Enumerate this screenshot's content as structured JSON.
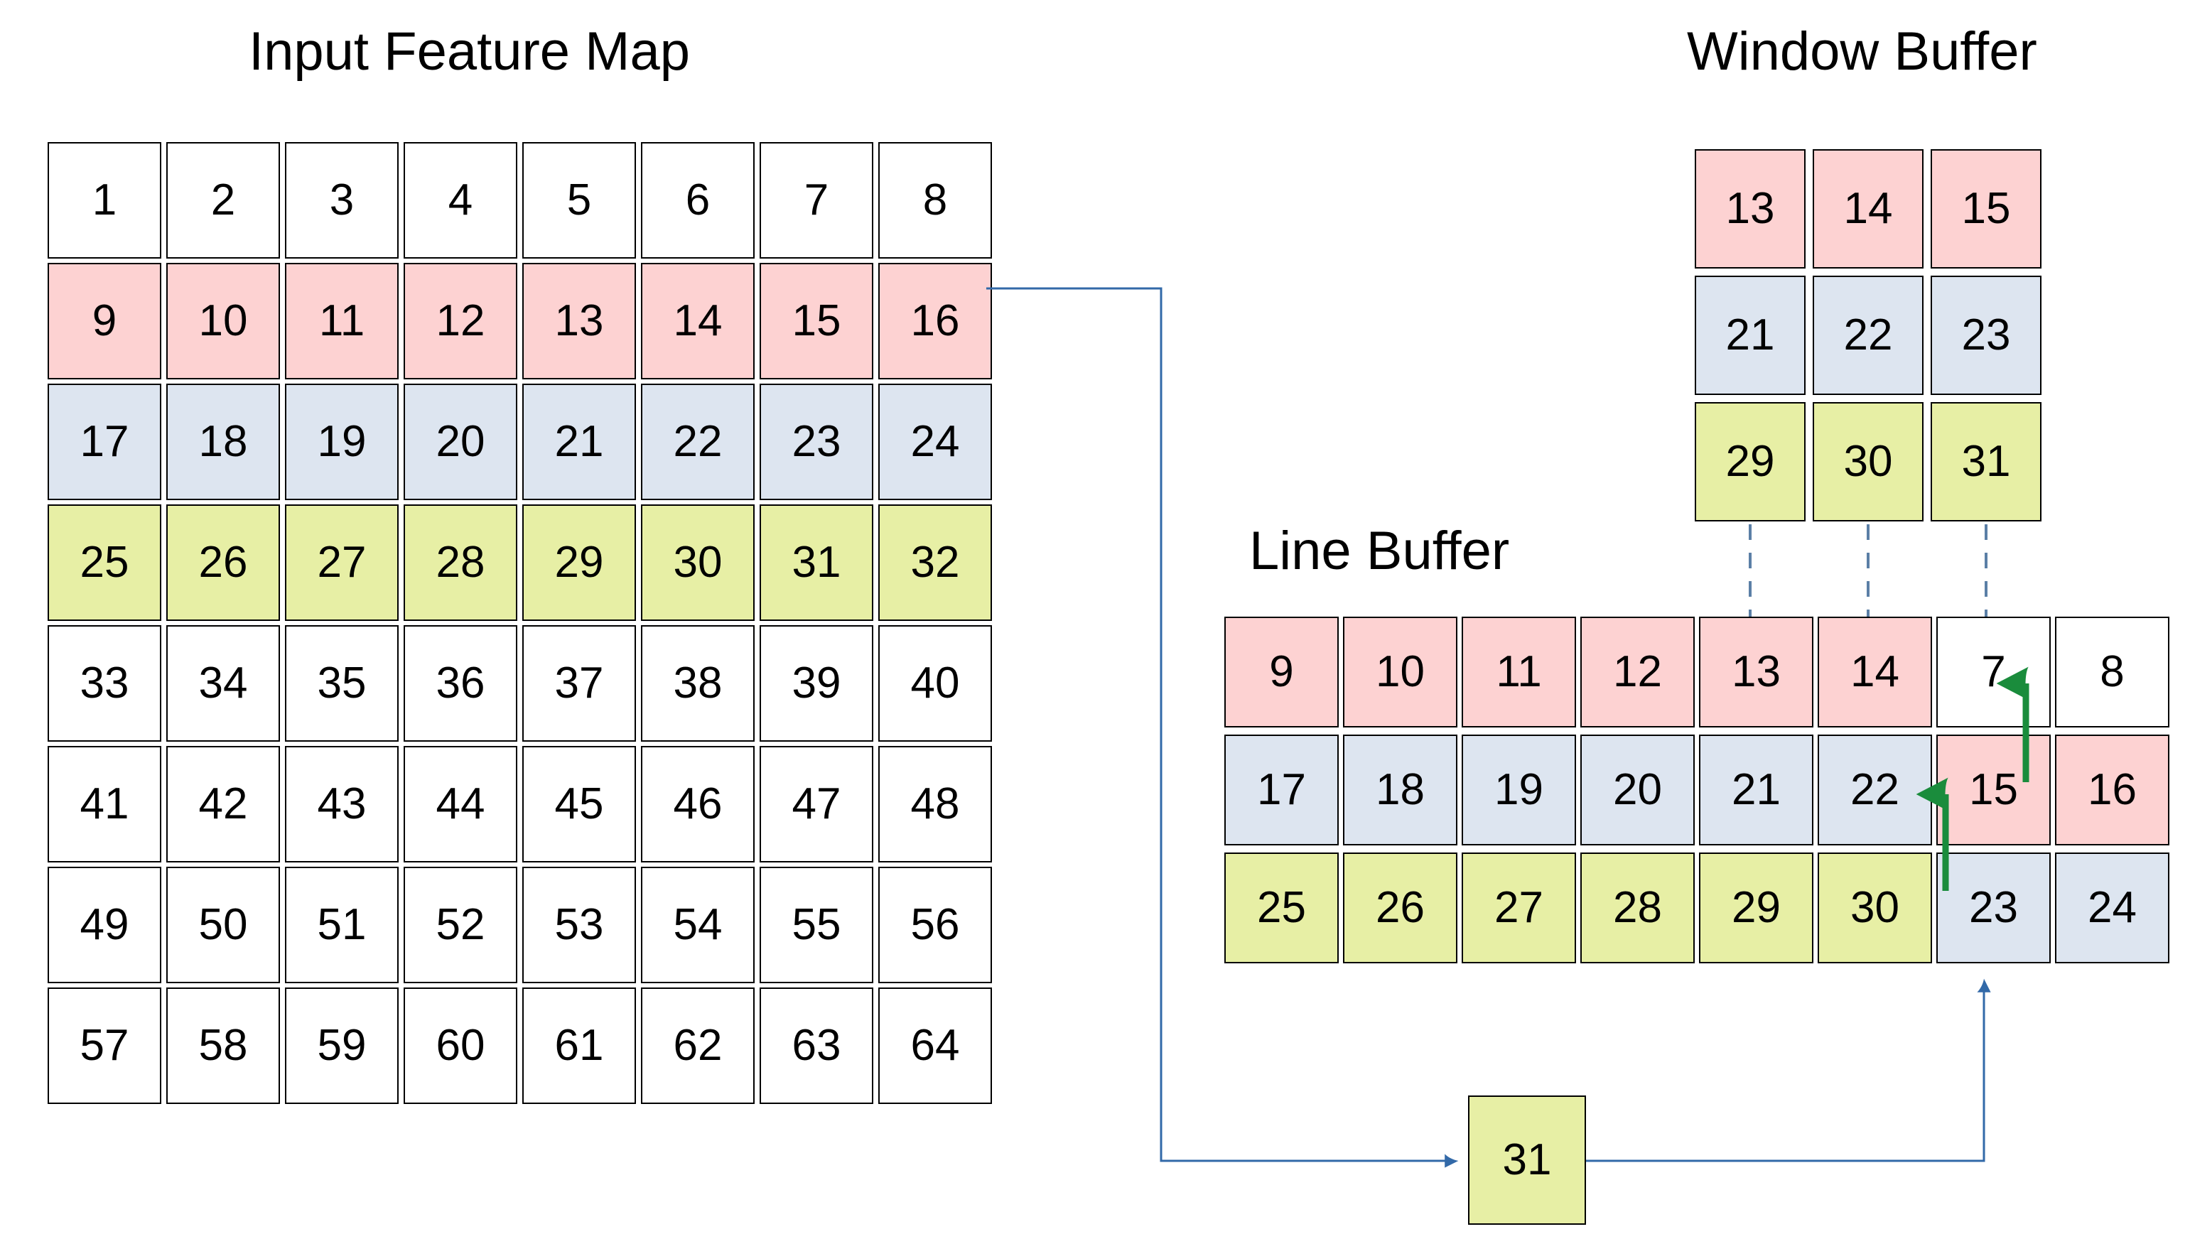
{
  "titles": {
    "input_feature_map": "Input Feature Map",
    "window_buffer": "Window Buffer",
    "line_buffer": "Line Buffer"
  },
  "colors": {
    "pink": "#FDD2D2",
    "blue": "#DDE5F0",
    "yellow": "#E7EFA5",
    "white": "#FFFFFF",
    "border": "#000000",
    "green_arrow": "#1A8C3C",
    "blue_arrow": "#3269A8",
    "dashed_connector": "#5B7FA6"
  },
  "input_feature_map": {
    "rows": 8,
    "cols": 8,
    "cells": [
      [
        {
          "v": "1",
          "c": "white"
        },
        {
          "v": "2",
          "c": "white"
        },
        {
          "v": "3",
          "c": "white"
        },
        {
          "v": "4",
          "c": "white"
        },
        {
          "v": "5",
          "c": "white"
        },
        {
          "v": "6",
          "c": "white"
        },
        {
          "v": "7",
          "c": "white"
        },
        {
          "v": "8",
          "c": "white"
        }
      ],
      [
        {
          "v": "9",
          "c": "pink"
        },
        {
          "v": "10",
          "c": "pink"
        },
        {
          "v": "11",
          "c": "pink"
        },
        {
          "v": "12",
          "c": "pink"
        },
        {
          "v": "13",
          "c": "pink"
        },
        {
          "v": "14",
          "c": "pink"
        },
        {
          "v": "15",
          "c": "pink"
        },
        {
          "v": "16",
          "c": "pink"
        }
      ],
      [
        {
          "v": "17",
          "c": "blue"
        },
        {
          "v": "18",
          "c": "blue"
        },
        {
          "v": "19",
          "c": "blue"
        },
        {
          "v": "20",
          "c": "blue"
        },
        {
          "v": "21",
          "c": "blue"
        },
        {
          "v": "22",
          "c": "blue"
        },
        {
          "v": "23",
          "c": "blue"
        },
        {
          "v": "24",
          "c": "blue"
        }
      ],
      [
        {
          "v": "25",
          "c": "yellow"
        },
        {
          "v": "26",
          "c": "yellow"
        },
        {
          "v": "27",
          "c": "yellow"
        },
        {
          "v": "28",
          "c": "yellow"
        },
        {
          "v": "29",
          "c": "yellow"
        },
        {
          "v": "30",
          "c": "yellow"
        },
        {
          "v": "31",
          "c": "yellow"
        },
        {
          "v": "32",
          "c": "yellow"
        }
      ],
      [
        {
          "v": "33",
          "c": "white"
        },
        {
          "v": "34",
          "c": "white"
        },
        {
          "v": "35",
          "c": "white"
        },
        {
          "v": "36",
          "c": "white"
        },
        {
          "v": "37",
          "c": "white"
        },
        {
          "v": "38",
          "c": "white"
        },
        {
          "v": "39",
          "c": "white"
        },
        {
          "v": "40",
          "c": "white"
        }
      ],
      [
        {
          "v": "41",
          "c": "white"
        },
        {
          "v": "42",
          "c": "white"
        },
        {
          "v": "43",
          "c": "white"
        },
        {
          "v": "44",
          "c": "white"
        },
        {
          "v": "45",
          "c": "white"
        },
        {
          "v": "46",
          "c": "white"
        },
        {
          "v": "47",
          "c": "white"
        },
        {
          "v": "48",
          "c": "white"
        }
      ],
      [
        {
          "v": "49",
          "c": "white"
        },
        {
          "v": "50",
          "c": "white"
        },
        {
          "v": "51",
          "c": "white"
        },
        {
          "v": "52",
          "c": "white"
        },
        {
          "v": "53",
          "c": "white"
        },
        {
          "v": "54",
          "c": "white"
        },
        {
          "v": "55",
          "c": "white"
        },
        {
          "v": "56",
          "c": "white"
        }
      ],
      [
        {
          "v": "57",
          "c": "white"
        },
        {
          "v": "58",
          "c": "white"
        },
        {
          "v": "59",
          "c": "white"
        },
        {
          "v": "60",
          "c": "white"
        },
        {
          "v": "61",
          "c": "white"
        },
        {
          "v": "62",
          "c": "white"
        },
        {
          "v": "63",
          "c": "white"
        },
        {
          "v": "64",
          "c": "white"
        }
      ]
    ]
  },
  "window_buffer": {
    "rows": 3,
    "cols": 3,
    "cells": [
      [
        {
          "v": "13",
          "c": "pink"
        },
        {
          "v": "14",
          "c": "pink"
        },
        {
          "v": "15",
          "c": "pink"
        }
      ],
      [
        {
          "v": "21",
          "c": "blue"
        },
        {
          "v": "22",
          "c": "blue"
        },
        {
          "v": "23",
          "c": "blue"
        }
      ],
      [
        {
          "v": "29",
          "c": "yellow"
        },
        {
          "v": "30",
          "c": "yellow"
        },
        {
          "v": "31",
          "c": "yellow"
        }
      ]
    ]
  },
  "line_buffer": {
    "rows": 3,
    "cols": 8,
    "cells": [
      [
        {
          "v": "9",
          "c": "pink"
        },
        {
          "v": "10",
          "c": "pink"
        },
        {
          "v": "11",
          "c": "pink"
        },
        {
          "v": "12",
          "c": "pink"
        },
        {
          "v": "13",
          "c": "pink"
        },
        {
          "v": "14",
          "c": "pink"
        },
        {
          "v": "7",
          "c": "white"
        },
        {
          "v": "8",
          "c": "white"
        }
      ],
      [
        {
          "v": "17",
          "c": "blue"
        },
        {
          "v": "18",
          "c": "blue"
        },
        {
          "v": "19",
          "c": "blue"
        },
        {
          "v": "20",
          "c": "blue"
        },
        {
          "v": "21",
          "c": "blue"
        },
        {
          "v": "22",
          "c": "blue"
        },
        {
          "v": "15",
          "c": "pink"
        },
        {
          "v": "16",
          "c": "pink"
        }
      ],
      [
        {
          "v": "25",
          "c": "yellow"
        },
        {
          "v": "26",
          "c": "yellow"
        },
        {
          "v": "27",
          "c": "yellow"
        },
        {
          "v": "28",
          "c": "yellow"
        },
        {
          "v": "29",
          "c": "yellow"
        },
        {
          "v": "30",
          "c": "yellow"
        },
        {
          "v": "23",
          "c": "blue"
        },
        {
          "v": "24",
          "c": "blue"
        }
      ]
    ]
  },
  "incoming_pixel": {
    "value": "31",
    "color": "yellow"
  }
}
